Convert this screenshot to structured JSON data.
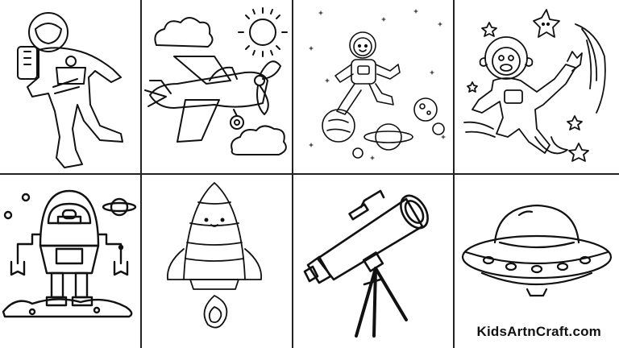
{
  "brand": {
    "text": "KidsArtnCraft.com"
  },
  "colors": {
    "line": "#111111",
    "background": "#ffffff",
    "border": "#222222"
  },
  "tiles": [
    {
      "row": 1,
      "col": 1,
      "subject": "astronaut-icon"
    },
    {
      "row": 1,
      "col": 2,
      "subject": "airplane-icon"
    },
    {
      "row": 1,
      "col": 3,
      "subject": "kid-astronaut-icon"
    },
    {
      "row": 1,
      "col": 4,
      "subject": "monkey-astronaut-icon"
    },
    {
      "row": 2,
      "col": 1,
      "subject": "robot-icon"
    },
    {
      "row": 2,
      "col": 2,
      "subject": "rocket-icon"
    },
    {
      "row": 2,
      "col": 3,
      "subject": "telescope-icon"
    },
    {
      "row": 2,
      "col": 4,
      "subject": "ufo-icon"
    }
  ]
}
